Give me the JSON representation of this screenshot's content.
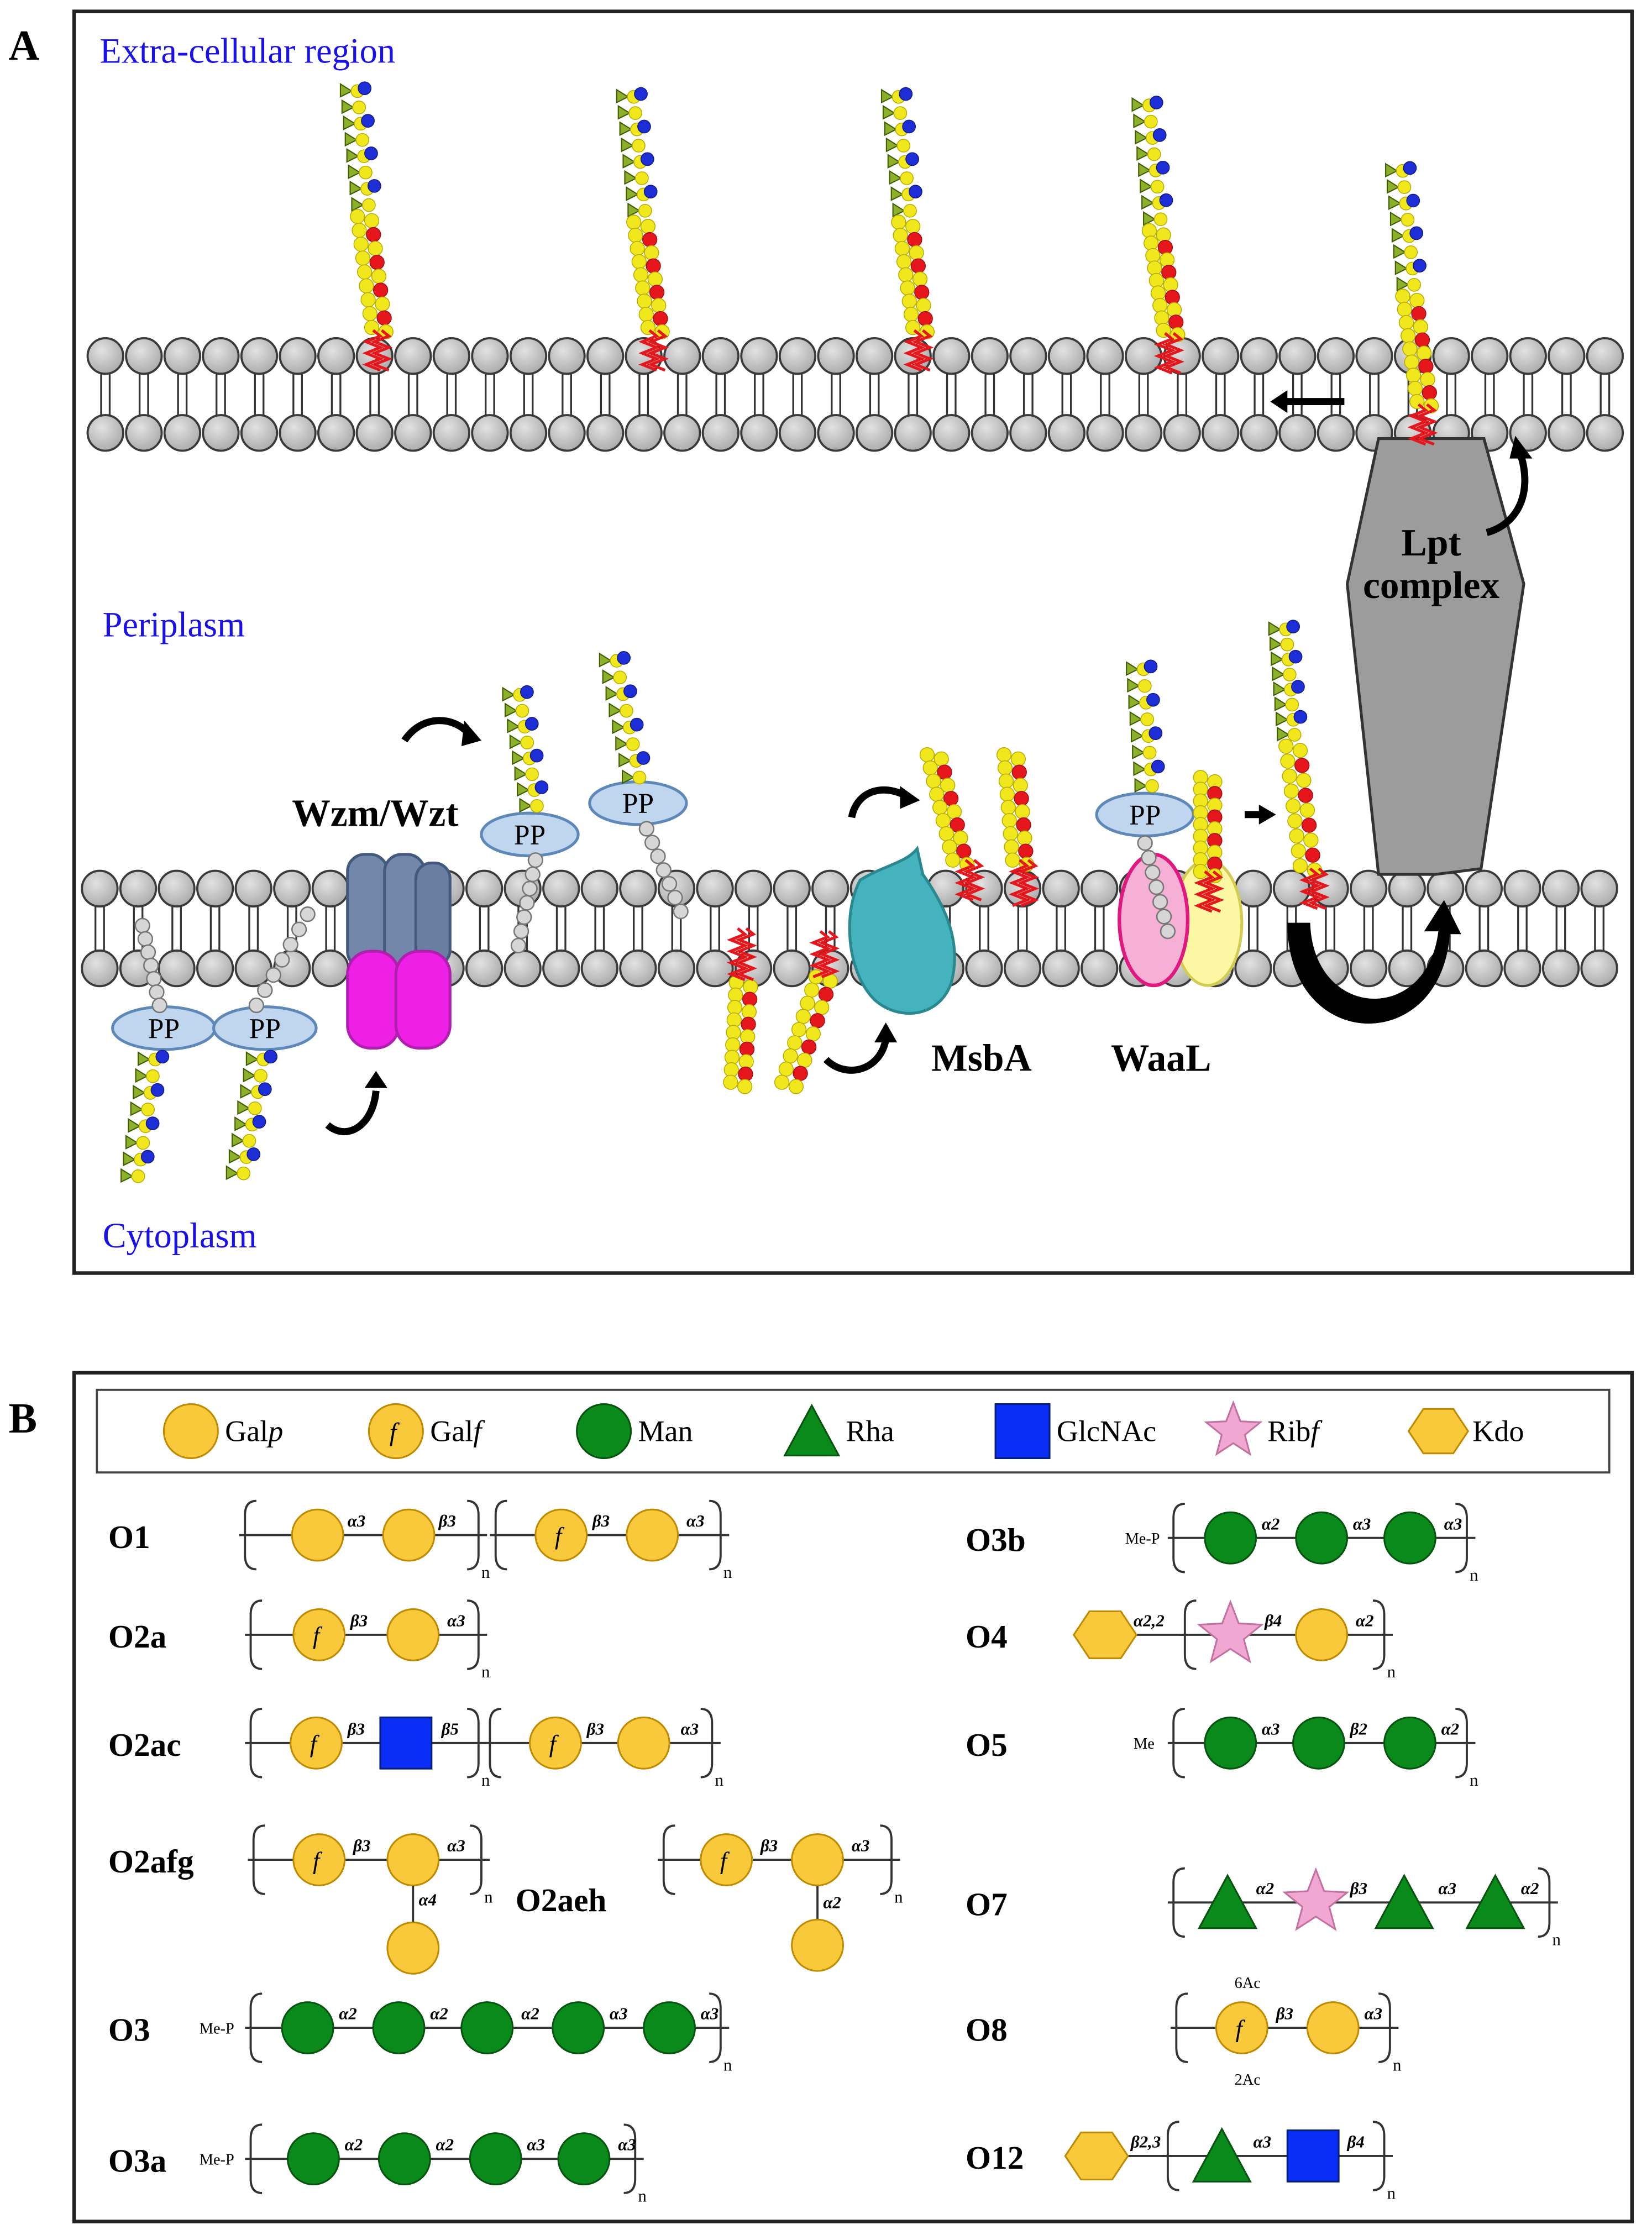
{
  "panel_a": {
    "letter": "A",
    "regions": {
      "extracellular": "Extra-cellular region",
      "periplasm": "Periplasm",
      "cytoplasm": "Cytoplasm"
    },
    "proteins": {
      "wzm_wzt": "Wzm/Wzt",
      "msba": "MsbA",
      "waal": "WaaL",
      "lpt_line1": "Lpt",
      "lpt_line2": "complex"
    },
    "pp": "PP"
  },
  "panel_b": {
    "letter": "B",
    "legend": [
      {
        "name": "Galp",
        "base": "Gal",
        "italic": "p",
        "shape": "circle",
        "color": "#f7c93b"
      },
      {
        "name": "Galf",
        "base": "Gal",
        "italic": "f",
        "shape": "circle-f",
        "color": "#f7c93b"
      },
      {
        "name": "Man",
        "base": "Man",
        "italic": "",
        "shape": "circle",
        "color": "#0b8a1c"
      },
      {
        "name": "Rha",
        "base": "Rha",
        "italic": "",
        "shape": "triangle",
        "color": "#0b8a1c"
      },
      {
        "name": "GlcNAc",
        "base": "GlcNAc",
        "italic": "",
        "shape": "square",
        "color": "#0a2ef5"
      },
      {
        "name": "Ribf",
        "base": "Rib",
        "italic": "f",
        "shape": "star",
        "color": "#f0a7d2"
      },
      {
        "name": "Kdo",
        "base": "Kdo",
        "italic": "",
        "shape": "hexagon",
        "color": "#f7c93b"
      }
    ],
    "glycan_f": "f",
    "repeat_n": "n",
    "serotypes": {
      "O1": "O1",
      "O2a": "O2a",
      "O2ac": "O2ac",
      "O2afg": "O2afg",
      "O2aeh": "O2aeh",
      "O3": "O3",
      "O3a": "O3a",
      "O3b": "O3b",
      "O4": "O4",
      "O5": "O5",
      "O7": "O7",
      "O8": "O8",
      "O12": "O12"
    },
    "mods": {
      "mep": "Me-P",
      "me": "Me",
      "ac6": "6Ac",
      "ac2": "2Ac"
    },
    "links": {
      "a2": "α2",
      "a3": "α3",
      "a4": "α4",
      "b2": "β2",
      "b3": "β3",
      "b4": "β4",
      "b5": "β5",
      "a22": "α2,2",
      "b23": "β2,3"
    }
  }
}
